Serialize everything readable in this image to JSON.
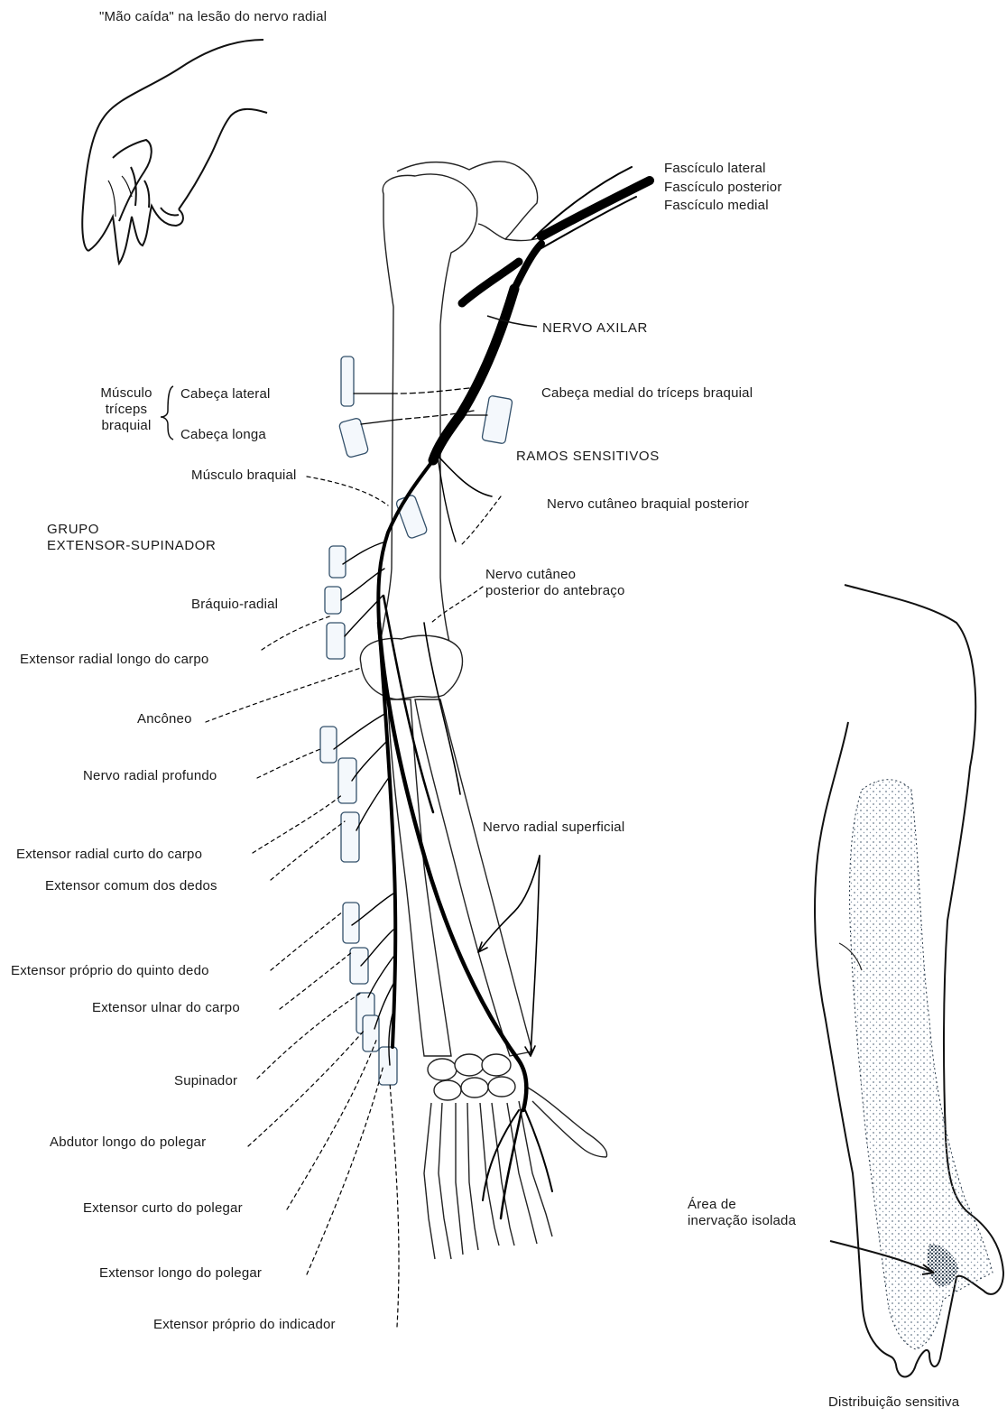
{
  "title": "\"Mão caída\" na lesão do nervo radial",
  "colors": {
    "ink": "#111111",
    "bone": "#ffffff",
    "stipple": "#6a7a8c",
    "accent_blue": "#4a7fa8"
  },
  "labels": {
    "fasciculo_lateral": "Fascículo lateral",
    "fasciculo_posterior": "Fascículo posterior",
    "fasciculo_medial": "Fascículo medial",
    "nervo_axilar": "NERVO AXILAR",
    "musculo_triceps": "Músculo\ntríceps\nbraquial",
    "cabeca_lateral": "Cabeça lateral",
    "cabeca_longa": "Cabeça longa",
    "cabeca_medial": "Cabeça medial do tríceps braquial",
    "ramos_sensitivos": "RAMOS SENSITIVOS",
    "musculo_braquial": "Músculo braquial",
    "nervo_cutaneo_braquial_posterior": "Nervo cutâneo braquial posterior",
    "grupo_extensor_supinador": "GRUPO\nEXTENSOR-SUPINADOR",
    "nervo_cutaneo_posterior_antebraco": "Nervo cutâneo\nposterior do antebraço",
    "braquio_radial": "Bráquio-radial",
    "extensor_radial_longo": "Extensor radial longo do carpo",
    "anconeo": "Ancôneo",
    "nervo_radial_profundo": "Nervo radial profundo",
    "nervo_radial_superficial": "Nervo radial superficial",
    "extensor_radial_curto": "Extensor radial curto do carpo",
    "extensor_comum_dedos": "Extensor comum dos dedos",
    "extensor_proprio_quinto": "Extensor próprio do quinto dedo",
    "extensor_ulnar_carpo": "Extensor ulnar do carpo",
    "supinador": "Supinador",
    "abdutor_longo_polegar": "Abdutor longo do polegar",
    "extensor_curto_polegar": "Extensor curto do polegar",
    "extensor_longo_polegar": "Extensor longo do polegar",
    "extensor_proprio_indicador": "Extensor próprio do indicador",
    "area_inervacao_isolada": "Área de\ninervação isolada",
    "distribuicao_sensitiva": "Distribuição sensitiva"
  }
}
